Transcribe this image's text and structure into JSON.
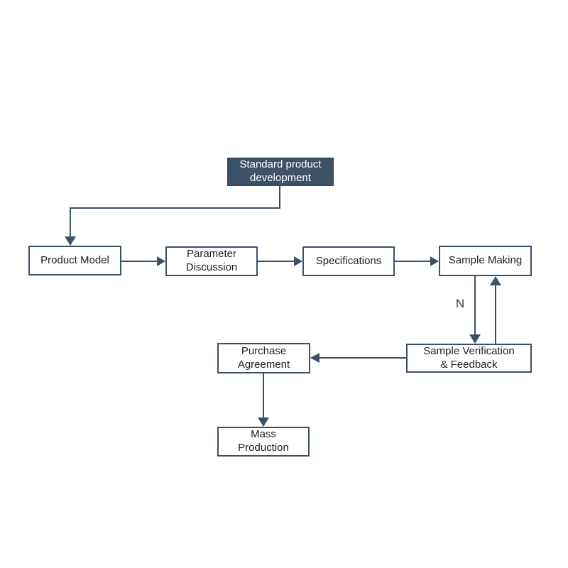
{
  "diagram": {
    "type": "flowchart",
    "colors": {
      "accent": "#3d5068",
      "start_node_fill": "#3d5269",
      "start_node_text": "#ffffff",
      "node_fill": "#ffffff",
      "node_border": "#3d5068",
      "node_text": "#1f1f1f",
      "background": "#ffffff"
    },
    "nodes": {
      "standard_product_development": {
        "label": "Standard product development",
        "label_lines": [
          "Standard product",
          "development"
        ]
      },
      "product_model": {
        "label": "Product Model",
        "label_lines": [
          "Product Model"
        ]
      },
      "parameter_discussion": {
        "label": "Parameter Discussion",
        "label_lines": [
          "Parameter",
          "Discussion"
        ]
      },
      "specifications": {
        "label": "Specifications",
        "label_lines": [
          "Specifications"
        ]
      },
      "sample_making": {
        "label": "Sample Making",
        "label_lines": [
          "Sample Making"
        ]
      },
      "sample_verification_feedback": {
        "label": "Sample Verification & Feedback",
        "label_lines": [
          "Sample Verification",
          "& Feedback"
        ]
      },
      "purchase_agreement": {
        "label": "Purchase Agreement",
        "label_lines": [
          "Purchase",
          "Agreement"
        ]
      },
      "mass_production": {
        "label": "Mass Production",
        "label_lines": [
          "Mass",
          "Production"
        ]
      }
    },
    "edge_labels": {
      "no_branch": "N"
    },
    "edges": [
      {
        "from": "standard_product_development",
        "to": "product_model"
      },
      {
        "from": "product_model",
        "to": "parameter_discussion"
      },
      {
        "from": "parameter_discussion",
        "to": "specifications"
      },
      {
        "from": "specifications",
        "to": "sample_making"
      },
      {
        "from": "sample_making",
        "to": "sample_verification_feedback",
        "label": "N"
      },
      {
        "from": "sample_verification_feedback",
        "to": "sample_making"
      },
      {
        "from": "sample_verification_feedback",
        "to": "purchase_agreement"
      },
      {
        "from": "purchase_agreement",
        "to": "mass_production"
      }
    ]
  }
}
